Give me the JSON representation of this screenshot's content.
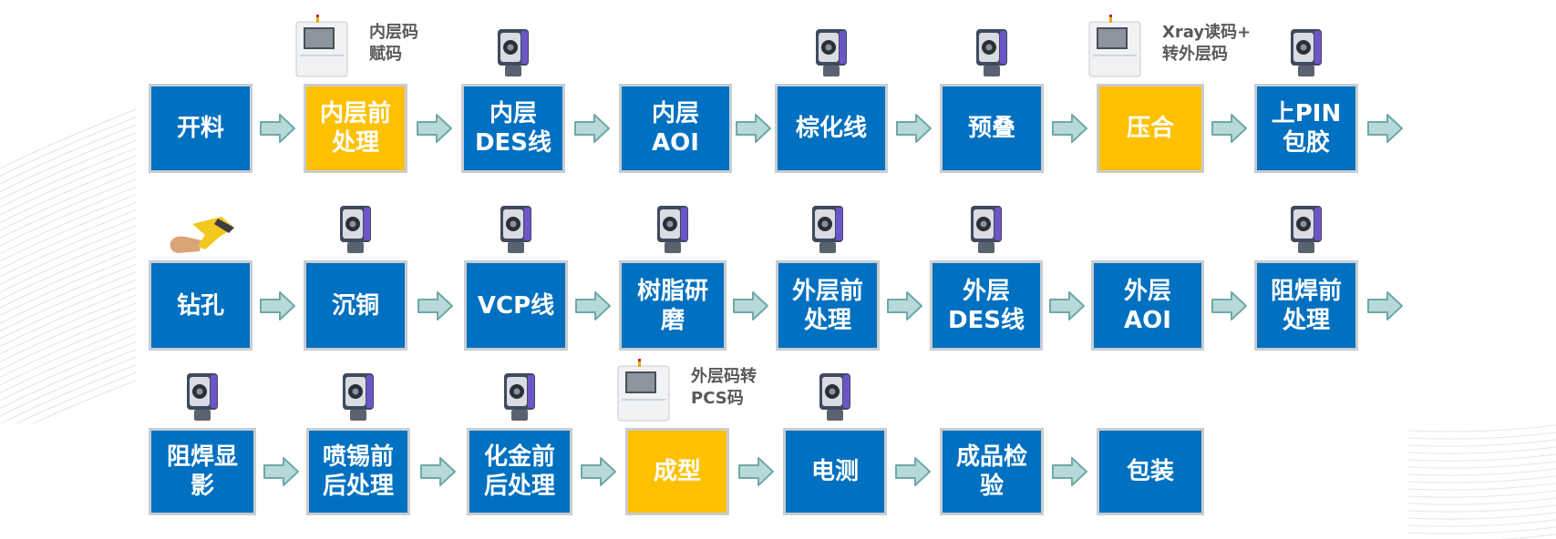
{
  "colors": {
    "step": "#0070c0",
    "highlight": "#ffc000",
    "arrow_fill": "#b7d9d9",
    "arrow_stroke": "#6fa8a8",
    "box_border": "#c9cdd2",
    "note_text": "#595959"
  },
  "rows": [
    {
      "steps": [
        {
          "label": "开料",
          "highlight": false,
          "icon": null
        },
        {
          "label": "内层前\n处理",
          "highlight": true,
          "icon": "inkjet-printer-icon"
        },
        {
          "label": "内层\nDES线",
          "highlight": false,
          "icon": "fixed-barcode-scanner-icon"
        },
        {
          "label": "内层\nAOI",
          "highlight": false,
          "icon": null
        },
        {
          "label": "棕化线",
          "highlight": false,
          "icon": "fixed-barcode-scanner-icon"
        },
        {
          "label": "预叠",
          "highlight": false,
          "icon": "fixed-barcode-scanner-icon"
        },
        {
          "label": "压合",
          "highlight": true,
          "icon": "xray-machine-icon"
        },
        {
          "label": "上PIN\n包胶",
          "highlight": false,
          "icon": "fixed-barcode-scanner-icon"
        }
      ],
      "trailing_arrow": true
    },
    {
      "steps": [
        {
          "label": "钻孔",
          "highlight": false,
          "icon": "handheld-scanner-icon"
        },
        {
          "label": "沉铜",
          "highlight": false,
          "icon": "fixed-barcode-scanner-icon"
        },
        {
          "label": "VCP线",
          "highlight": false,
          "icon": "fixed-barcode-scanner-icon"
        },
        {
          "label": "树脂研\n磨",
          "highlight": false,
          "icon": "fixed-barcode-scanner-icon"
        },
        {
          "label": "外层前\n处理",
          "highlight": false,
          "icon": "fixed-barcode-scanner-icon"
        },
        {
          "label": "外层\nDES线",
          "highlight": false,
          "icon": "fixed-barcode-scanner-icon"
        },
        {
          "label": "外层\nAOI",
          "highlight": false,
          "icon": null
        },
        {
          "label": "阻焊前\n处理",
          "highlight": false,
          "icon": "fixed-barcode-scanner-icon"
        }
      ],
      "trailing_arrow": true
    },
    {
      "steps": [
        {
          "label": "阻焊显\n影",
          "highlight": false,
          "icon": "fixed-barcode-scanner-icon"
        },
        {
          "label": "喷锡前\n后处理",
          "highlight": false,
          "icon": "fixed-barcode-scanner-icon"
        },
        {
          "label": "化金前\n后处理",
          "highlight": false,
          "icon": "fixed-barcode-scanner-icon"
        },
        {
          "label": "成型",
          "highlight": true,
          "icon": "inkjet-printer-icon"
        },
        {
          "label": "电测",
          "highlight": false,
          "icon": "fixed-barcode-scanner-icon"
        },
        {
          "label": "成品检\n验",
          "highlight": false,
          "icon": null
        },
        {
          "label": "包装",
          "highlight": false,
          "icon": null
        }
      ],
      "trailing_arrow": false
    }
  ],
  "notes": [
    {
      "text": "内层码\n赋码",
      "row": 0,
      "step": 1
    },
    {
      "text": "Xray读码+\n转外层码",
      "row": 0,
      "step": 6
    },
    {
      "text": "外层码转\nPCS码",
      "row": 2,
      "step": 3
    }
  ]
}
